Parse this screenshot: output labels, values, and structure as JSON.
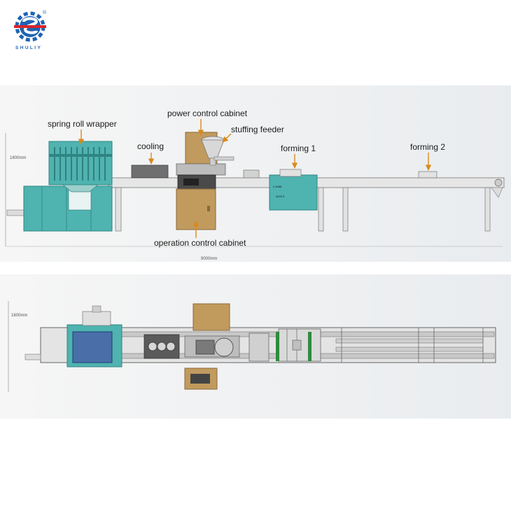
{
  "brand": {
    "name": "SHULIY",
    "registered_mark": "®",
    "logo_icon": "gear-s-logo-icon",
    "colors": {
      "blue": "#1e63b5",
      "red": "#d9262b"
    }
  },
  "side_view": {
    "labels": {
      "spring_roll_wrapper": "spring roll wrapper",
      "cooling": "cooling",
      "power_control_cabinet": "power control cabinet",
      "stuffing_feeder": "stuffing feeder",
      "forming_1": "forming 1",
      "forming_2": "forming 2",
      "operation_control_cabinet": "operation control cabinet"
    },
    "height_dimension": "1800mm",
    "length_dimension": "9000mm",
    "panel_codes": [
      "4 4088",
      "4222.5"
    ]
  },
  "top_view": {
    "width_dimension": "1600mm"
  },
  "colors": {
    "teal": "#4fb3b0",
    "teal_dark": "#2f8582",
    "wood": "#c19a5e",
    "wood_dark": "#8a6a3a",
    "arrow": "#d98a1e",
    "steel": "#d4d4d4",
    "green": "#2e8b3e"
  }
}
